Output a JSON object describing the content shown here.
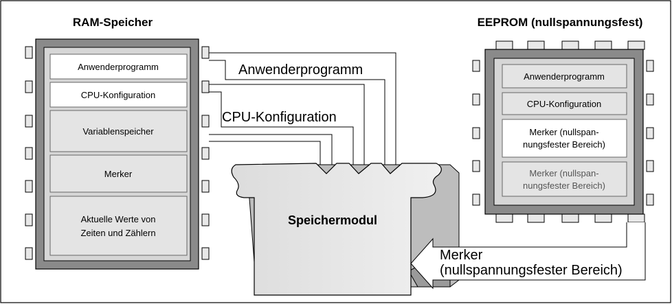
{
  "ram": {
    "title": "RAM-Speicher",
    "blocks": [
      "Anwenderprogramm",
      "CPU-Konfiguration",
      "Variablenspeicher",
      "Merker"
    ],
    "block5_line1": "Aktuelle Werte von",
    "block5_line2": "Zeiten und Zählern"
  },
  "eeprom": {
    "title": "EEPROM (nullspannungsfest)",
    "block1": "Anwenderprogramm",
    "block2": "CPU-Konfiguration",
    "block3_line1": "Merker (nullspan-",
    "block3_line2": "nungsfester Bereich)",
    "block4_line1": "Merker (nullspan-",
    "block4_line2": "nungsfester Bereich)"
  },
  "arrows": {
    "anwenderprogramm": "Anwenderprogramm",
    "cpu_konfiguration": "CPU-Konfiguration",
    "merker_line1": "Merker",
    "merker_line2": "(nullspannungsfester Bereich)"
  },
  "module": {
    "label": "Speichermodul"
  },
  "colors": {
    "chip_border": "#8a8a8a",
    "block_fill": "#e4e4e4",
    "module_fill": "#ececec",
    "line": "#000000"
  }
}
